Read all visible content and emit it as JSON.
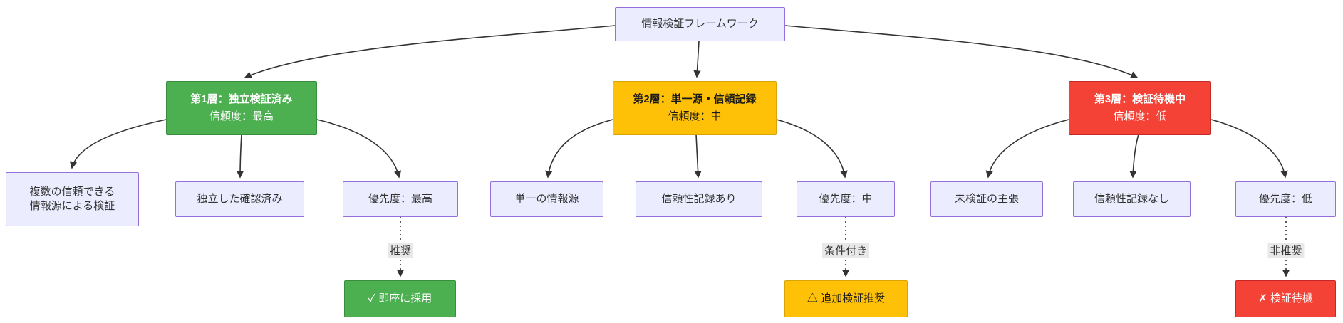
{
  "diagram": {
    "root": {
      "label": "情報検証フレームワーク"
    },
    "tiers": [
      {
        "title": "第1層：独立検証済み",
        "subtitle": "信頼度：最高",
        "color": "#4CAF50"
      },
      {
        "title": "第2層：単一源・信頼記録",
        "subtitle": "信頼度：中",
        "color": "#FFC107"
      },
      {
        "title": "第3層：検証待機中",
        "subtitle": "信頼度：低",
        "color": "#F44336"
      }
    ],
    "children": [
      {
        "lines": [
          "複数の信頼できる",
          "情報源による検証"
        ]
      },
      {
        "lines": [
          "独立した確認済み"
        ]
      },
      {
        "lines": [
          "優先度：最高"
        ]
      },
      {
        "lines": [
          "単一の情報源"
        ]
      },
      {
        "lines": [
          "信頼性記録あり"
        ]
      },
      {
        "lines": [
          "優先度：中"
        ]
      },
      {
        "lines": [
          "未検証の主張"
        ]
      },
      {
        "lines": [
          "信頼性記録なし"
        ]
      },
      {
        "lines": [
          "優先度：低"
        ]
      }
    ],
    "edge_labels": [
      {
        "label": "推奨"
      },
      {
        "label": "条件付き"
      },
      {
        "label": "非推奨"
      }
    ],
    "results": [
      {
        "label": "✓ 即座に採用",
        "color": "#4CAF50"
      },
      {
        "label": "△ 追加検証推奨",
        "color": "#FFC107"
      },
      {
        "label": "✗ 検証待機",
        "color": "#F44336"
      }
    ],
    "colors": {
      "node_fill": "#ECECFF",
      "node_border": "#9370DB",
      "edge": "#333333",
      "edge_label_bg": "#e8e8e8"
    }
  }
}
